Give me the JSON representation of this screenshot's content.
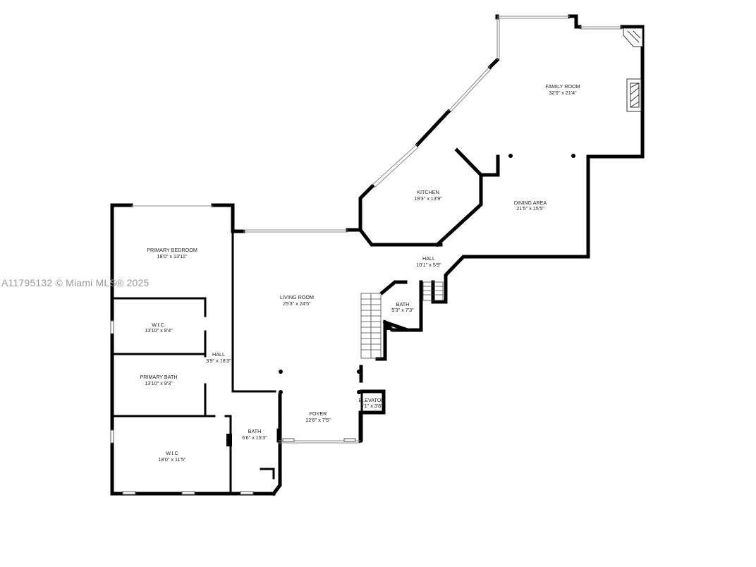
{
  "watermark": "A11795132 © Miami MLS® 2025",
  "rooms": [
    {
      "key": "family_room",
      "name": "FAMILY ROOM",
      "dims": "32'0\" x 21'4\""
    },
    {
      "key": "kitchen",
      "name": "KITCHEN",
      "dims": "19'3\" x 13'9\""
    },
    {
      "key": "dining_area",
      "name": "DINING AREA",
      "dims": "21'5\" x 15'5\""
    },
    {
      "key": "hall_upper",
      "name": "HALL",
      "dims": "10'1\" x 5'9\""
    },
    {
      "key": "primary_bedroom",
      "name": "PRIMARY BEDROOM",
      "dims": "18'0\" x 13'11\""
    },
    {
      "key": "living_room",
      "name": "LIVING ROOM",
      "dims": "25'3\" x 24'5\""
    },
    {
      "key": "bath_small",
      "name": "BATH",
      "dims": "5'3\" x 7'3\""
    },
    {
      "key": "wic_upper",
      "name": "W.I.C.",
      "dims": "13'10\" x 8'4\""
    },
    {
      "key": "hall_side",
      "name": "HALL",
      "dims": "3'9\" x 18'3\""
    },
    {
      "key": "primary_bath",
      "name": "PRIMARY BATH",
      "dims": "13'10\" x 9'3\""
    },
    {
      "key": "elevator",
      "name": "ELEVATOR",
      "dims": "3'1\" x 3'8\""
    },
    {
      "key": "foyer",
      "name": "FOYER",
      "dims": "12'6\" x 7'5\""
    },
    {
      "key": "bath_lower",
      "name": "BATH",
      "dims": "6'6\" x 15'3\""
    },
    {
      "key": "wic_lower",
      "name": "W.I.C",
      "dims": "18'0\" x 11'5\""
    }
  ]
}
